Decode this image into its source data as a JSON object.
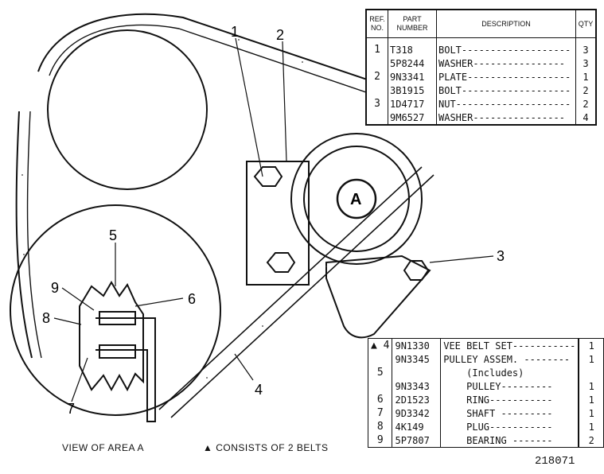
{
  "callouts": [
    "1",
    "2",
    "3",
    "4",
    "5",
    "6",
    "7",
    "8",
    "9"
  ],
  "center_label": "A",
  "parts_table_top": {
    "headers": {
      "ref": "REF. NO.",
      "part": "PART NUMBER",
      "desc": "DESCRIPTION",
      "qty": "QTY"
    },
    "rows": [
      {
        "ref": "1",
        "part": "T318",
        "desc": "BOLT-------------------",
        "qty": "3"
      },
      {
        "ref": "",
        "part": "5P8244",
        "desc": "WASHER----------------",
        "qty": "3"
      },
      {
        "ref": "2",
        "part": "9N3341",
        "desc": "PLATE------------------",
        "qty": "1"
      },
      {
        "ref": "",
        "part": "3B1915",
        "desc": "BOLT-------------------",
        "qty": "2"
      },
      {
        "ref": "3",
        "part": "1D4717",
        "desc": "NUT--------------------",
        "qty": "2"
      },
      {
        "ref": "",
        "part": "9M6527",
        "desc": "WASHER----------------",
        "qty": "4"
      }
    ]
  },
  "parts_table_bottom": {
    "rows": [
      {
        "ref": "▲ 4",
        "part": "9N1330",
        "desc": "VEE BELT SET-----------",
        "qty": "1"
      },
      {
        "ref": "",
        "part": "9N3345",
        "desc": "PULLEY ASSEM. --------",
        "qty": "1"
      },
      {
        "ref": "5",
        "part": "",
        "desc": "    (Includes)",
        "qty": ""
      },
      {
        "ref": "",
        "part": "9N3343",
        "desc": "    PULLEY---------",
        "qty": "1"
      },
      {
        "ref": "6",
        "part": "2D1523",
        "desc": "    RING-----------",
        "qty": "1"
      },
      {
        "ref": "7",
        "part": "9D3342",
        "desc": "    SHAFT ---------",
        "qty": "1"
      },
      {
        "ref": "8",
        "part": "4K149",
        "desc": "    PLUG-----------",
        "qty": "1"
      },
      {
        "ref": "9",
        "part": "5P7807",
        "desc": "    BEARING -------",
        "qty": "2"
      }
    ]
  },
  "captions": {
    "view": "VIEW OF AREA A",
    "note": "▲ CONSISTS OF 2 BELTS"
  },
  "figure_number": "218071"
}
